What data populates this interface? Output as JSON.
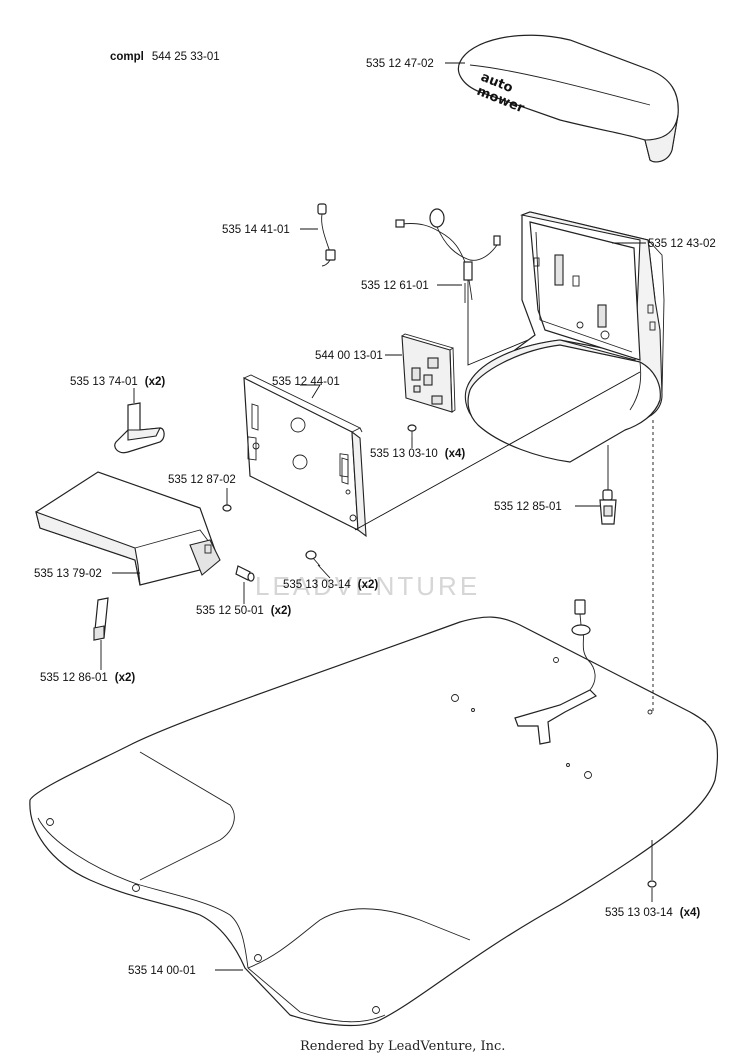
{
  "assembly": {
    "prefix": "compl",
    "number": "544 25 33-01"
  },
  "brand_text": [
    "auto",
    "mower"
  ],
  "watermark": "LEADVENTURE",
  "footer": "Rendered by LeadVenture, Inc.",
  "labels": {
    "cover": {
      "num": "535 12 47-02",
      "qty": ""
    },
    "sensor_cable": {
      "num": "535 14 41-01",
      "qty": ""
    },
    "wire_harness": {
      "num": "535 12 61-01",
      "qty": ""
    },
    "housing": {
      "num": "535 12 43-02",
      "qty": ""
    },
    "circuit_board": {
      "num": "544 00 13-01",
      "qty": ""
    },
    "bracket": {
      "num": "535 13 74-01",
      "qty": "(x2)"
    },
    "front_plate": {
      "num": "535 12 44-01",
      "qty": ""
    },
    "screw_pcb": {
      "num": "535 13 03-10",
      "qty": "(x4)"
    },
    "pin_small": {
      "num": "535 12 87-02",
      "qty": ""
    },
    "connector": {
      "num": "535 12 85-01",
      "qty": ""
    },
    "lid": {
      "num": "535 13 79-02",
      "qty": ""
    },
    "screw_plate": {
      "num": "535 13 03-14",
      "qty": "(x2)"
    },
    "pin": {
      "num": "535 12 50-01",
      "qty": "(x2)"
    },
    "contact_strip": {
      "num": "535 12 86-01",
      "qty": "(x2)"
    },
    "screw_base": {
      "num": "535 13 03-14",
      "qty": "(x4)"
    },
    "base_plate": {
      "num": "535 14 00-01",
      "qty": ""
    }
  }
}
